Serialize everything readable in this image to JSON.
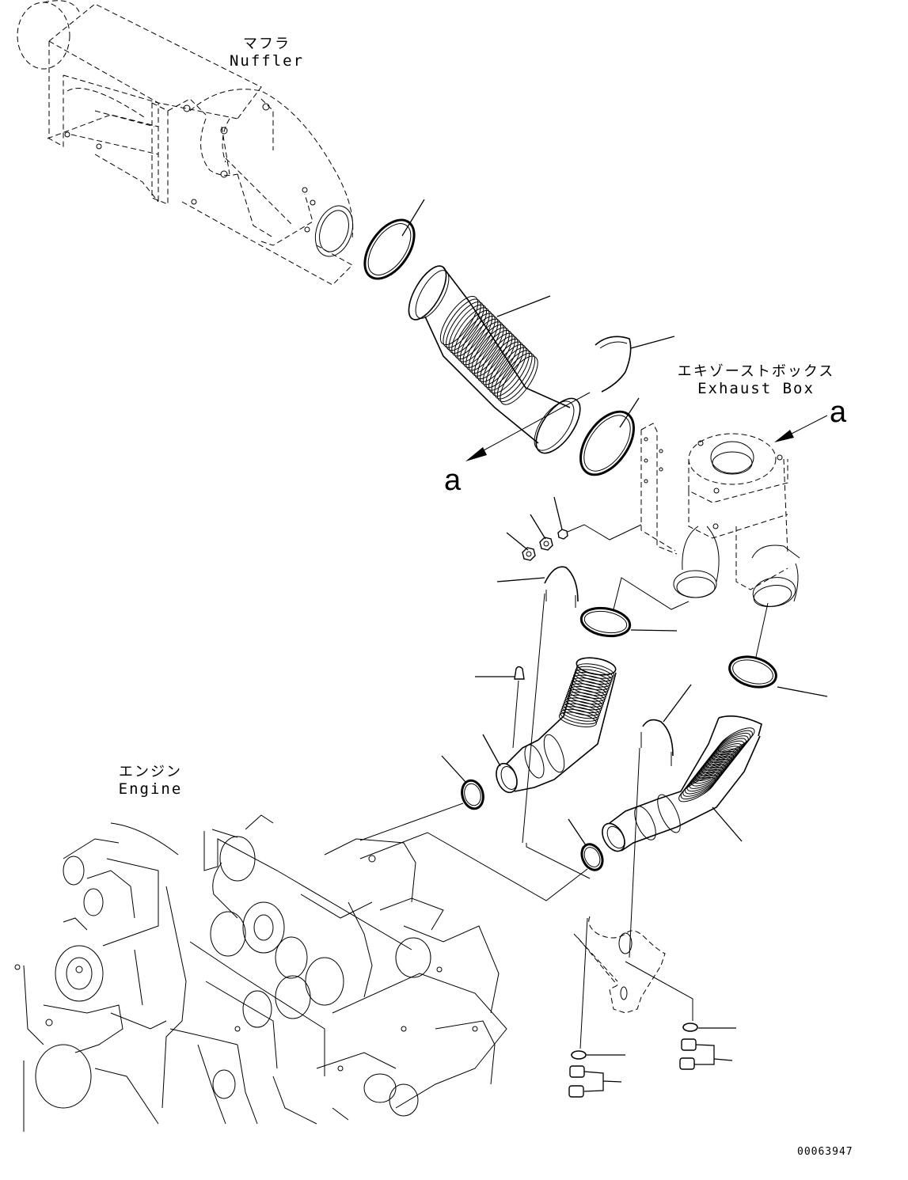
{
  "diagram": {
    "type": "exploded-parts-diagram",
    "components": {
      "muffler": {
        "label_jp": "マフラ",
        "label_en": "Nuffler"
      },
      "exhaust_box": {
        "label_jp": "エキゾーストボックス",
        "label_en": "Exhaust Box"
      },
      "engine": {
        "label_jp": "エンジン",
        "label_en": "Engine"
      }
    },
    "reference_marks": {
      "view_a_top": "a",
      "view_a_left": "a"
    },
    "document_number": "00063947"
  }
}
